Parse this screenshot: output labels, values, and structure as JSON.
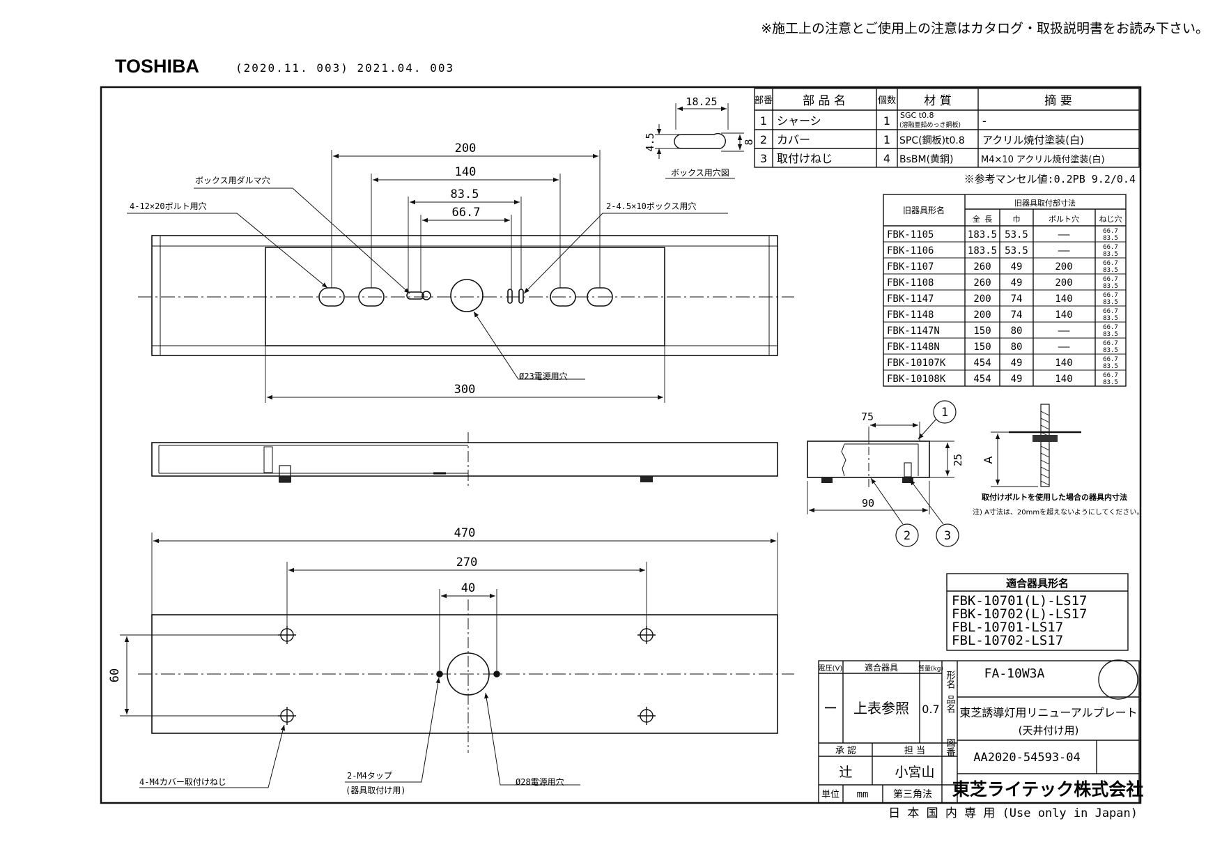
{
  "header": {
    "notice": "※施工上の注意とご使用上の注意はカタログ・取扱説明書をお読み下さい。",
    "brand": "TOSHIBA",
    "revision": "(2020.11. 003) 2021.04. 003"
  },
  "plan_view": {
    "dims": {
      "d200": "200",
      "d140": "140",
      "d83_5": "83.5",
      "d66_7": "66.7",
      "d300": "300"
    },
    "labels": {
      "daruma": "ボックス用ダルマ穴",
      "bolt_holes": "4-12×20ボルト用穴",
      "box_holes": "2-4.5×10ボックス用穴",
      "power_hole": "Ø23電源用穴"
    }
  },
  "box_hole_detail": {
    "d18_25": "18.25",
    "d4_5": "4.5",
    "d8": "8",
    "caption": "ボックス用穴図"
  },
  "bottom_view": {
    "dims": {
      "d470": "470",
      "d270": "270",
      "d40": "40",
      "d60": "60"
    },
    "labels": {
      "cover_screws": "4-M4カバー取付けねじ",
      "m4_tap": "2-M4タップ",
      "m4_tap_sub": "(器具取付け用)",
      "power_hole": "Ø28電源用穴"
    }
  },
  "section_view": {
    "d75": "75",
    "d25": "25",
    "d90": "90",
    "bubbles": [
      "1",
      "2",
      "3"
    ]
  },
  "bolt_detail": {
    "dim": "A",
    "caption": "取付けボルトを使用した場合の器具内寸法",
    "note": "注) A寸法は、20mmを超えないようにしてください。"
  },
  "parts_table": {
    "headers": [
      "部番",
      "部 品 名",
      "個数",
      "材 質",
      "摘 要"
    ],
    "rows": [
      {
        "no": "1",
        "name": "シャーシ",
        "qty": "1",
        "material": "SGC t0.8",
        "material_sub": "(溶融亜鉛めっき鋼板)",
        "remark": "-"
      },
      {
        "no": "2",
        "name": "カバー",
        "qty": "1",
        "material": "SPC(鋼板)t0.8",
        "material_sub": "",
        "remark": "アクリル焼付塗装(白)"
      },
      {
        "no": "3",
        "name": "取付けねじ",
        "qty": "4",
        "material": "BsBM(黄銅)",
        "material_sub": "",
        "remark": "M4×10 アクリル焼付塗装(白)"
      }
    ],
    "munsell": "※参考マンセル値:0.2PB 9.2/0.4"
  },
  "old_fixture_table": {
    "col_model": "旧器具形名",
    "group_header": "旧器具取付部寸法",
    "headers": [
      "全 長",
      "巾",
      "ボルト穴",
      "ねじ穴"
    ],
    "rows": [
      {
        "model": "FBK-1105",
        "length": "183.5",
        "width": "53.5",
        "bolt": "——",
        "screw1": "66.7",
        "screw2": "83.5"
      },
      {
        "model": "FBK-1106",
        "length": "183.5",
        "width": "53.5",
        "bolt": "——",
        "screw1": "66.7",
        "screw2": "83.5"
      },
      {
        "model": "FBK-1107",
        "length": "260",
        "width": "49",
        "bolt": "200",
        "screw1": "66.7",
        "screw2": "83.5"
      },
      {
        "model": "FBK-1108",
        "length": "260",
        "width": "49",
        "bolt": "200",
        "screw1": "66.7",
        "screw2": "83.5"
      },
      {
        "model": "FBK-1147",
        "length": "200",
        "width": "74",
        "bolt": "140",
        "screw1": "66.7",
        "screw2": "83.5"
      },
      {
        "model": "FBK-1148",
        "length": "200",
        "width": "74",
        "bolt": "140",
        "screw1": "66.7",
        "screw2": "83.5"
      },
      {
        "model": "FBK-1147N",
        "length": "150",
        "width": "80",
        "bolt": "——",
        "screw1": "66.7",
        "screw2": "83.5"
      },
      {
        "model": "FBK-1148N",
        "length": "150",
        "width": "80",
        "bolt": "——",
        "screw1": "66.7",
        "screw2": "83.5"
      },
      {
        "model": "FBK-10107K",
        "length": "454",
        "width": "49",
        "bolt": "140",
        "screw1": "66.7",
        "screw2": "83.5"
      },
      {
        "model": "FBK-10108K",
        "length": "454",
        "width": "49",
        "bolt": "140",
        "screw1": "66.7",
        "screw2": "83.5"
      }
    ]
  },
  "compatible": {
    "title": "適合器具形名",
    "items": [
      "FBK-10701(L)-LS17",
      "FBK-10702(L)-LS17",
      "FBL-10701-LS17",
      "FBL-10702-LS17"
    ]
  },
  "title_block": {
    "voltage_label": "電圧(V)",
    "fixture_label": "適合器具",
    "mass_label": "質量(kg)",
    "voltage": "ー",
    "fixture": "上表参照",
    "mass": "0.7",
    "type_label": "形名",
    "type_value": "FA-10W3A",
    "name_label": "品名",
    "name_line1": "東芝誘導灯用リニューアルプレート",
    "name_line2": "(天井付け用)",
    "approve_label": "承 認",
    "charge_label": "担 当",
    "approver": "辻",
    "charge": "小宮山",
    "drawing_label": "図番",
    "drawing_no": "AA2020-54593-04",
    "unit_label": "単位",
    "unit": "mm",
    "projection": "第三角法",
    "company": "東芝ライテック株式会社",
    "domestic": "日 本 国 内 専 用 (Use only in Japan)"
  }
}
